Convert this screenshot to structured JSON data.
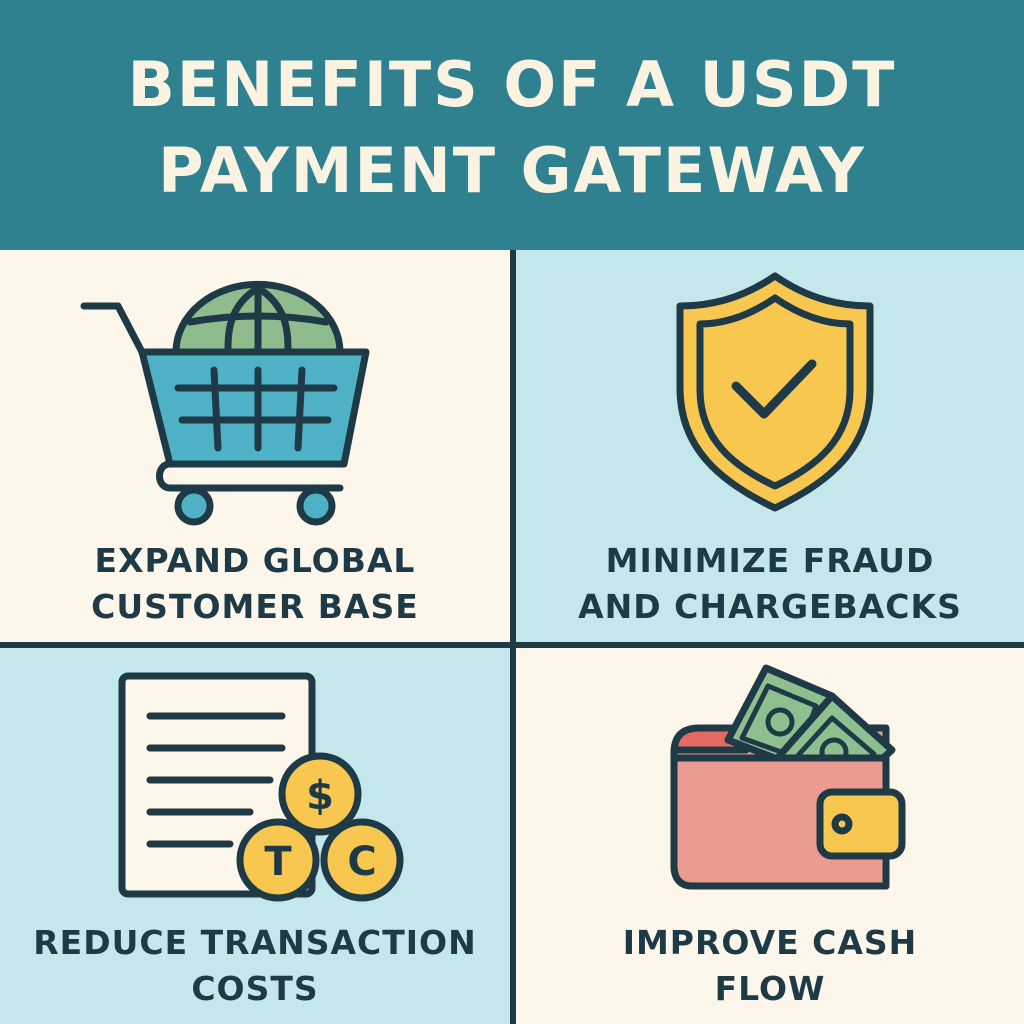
{
  "title": {
    "line1": "BENEFITS OF A USDT",
    "line2": "PAYMENT GATEWAY"
  },
  "cards": [
    {
      "label_line1": "EXPAND GLOBAL",
      "label_line2": "CUSTOMER BASE",
      "icon": "shopping-cart-globe-icon"
    },
    {
      "label_line1": "MINIMIZE FRAUD",
      "label_line2": "AND CHARGEBACKS",
      "icon": "shield-check-icon"
    },
    {
      "label_line1": "REDUCE TRANSACTION",
      "label_line2": "COSTS",
      "icon": "document-coins-icon",
      "coin_letters": [
        "$",
        "T",
        "C"
      ]
    },
    {
      "label_line1": "IMPROVE CASH",
      "label_line2": "FLOW",
      "icon": "wallet-cash-icon"
    }
  ],
  "colors": {
    "header_bg": "#2f8190",
    "title_text": "#fbf3e2",
    "outline": "#1f3a47",
    "cream": "#fdf6ea",
    "light_blue": "#c4e7ec",
    "globe_green": "#8ebc8c",
    "cart_blue": "#4fb1c6",
    "shield_yellow": "#f7c750",
    "coin_yellow": "#f7c750",
    "wallet_pink": "#eb9b8f",
    "cash_green": "#8ebf8e"
  }
}
